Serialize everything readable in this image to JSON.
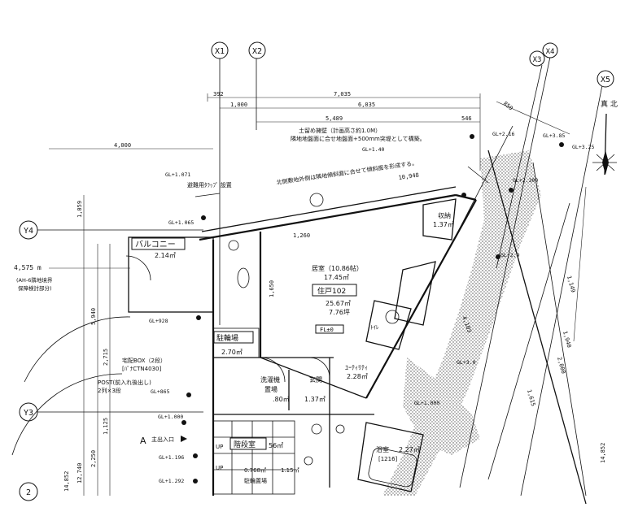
{
  "grid": {
    "x1": "X1",
    "x2": "X2",
    "x3": "X3",
    "x4": "X4",
    "x5": "X5",
    "y4": "Y4",
    "y3": "Y3",
    "y2": "2"
  },
  "dimensions": {
    "d_392": "392",
    "d_7035": "7,035",
    "d_1000": "1,000",
    "d_6035": "6,035",
    "d_5489": "5,489",
    "d_546": "546",
    "d_4000": "4,000",
    "d_1260": "1,260",
    "d_10948": "10,948",
    "d_1059": "1,059",
    "d_4575": "4,575 m",
    "d_5940": "5,940",
    "d_2715": "2,715",
    "d_1125": "1,125",
    "d_2250": "2,250",
    "d_12740": "12,740",
    "d_14852a": "14,852",
    "d_14852b": "14,852",
    "d_850": "850",
    "d_4103": "4,103",
    "d_1940": "1,940",
    "d_1615": "1,615",
    "d_2000": "2,000",
    "d_1149": "1,149",
    "d_1650": "1,650"
  },
  "levels": {
    "gl_071": "GL+1.071",
    "gl_065": "GL+1.065",
    "gl_928": "GL+928",
    "gl_865": "GL+865",
    "gl_1000a": "GL+1.000",
    "gl_1196": "GL+1.196",
    "gl_1292": "GL+1.292",
    "gl_140": "GL+1.40",
    "gl_2": "GL+2.16",
    "gl_385": "GL+3.85",
    "gl_325": "GL+3.25",
    "gl_290": "GL+2.9",
    "gl_30": "GL+3.0",
    "gl_1000b": "GL+1.000",
    "gl_19": "GL+2.300",
    "fl": "FL±0"
  },
  "notes": {
    "retaining_1": "土留め擁壁（計画高さ約1.0M）",
    "retaining_2": "隣地地盤面に合せ地盤面+500mm突堤として構築。",
    "north_boundary": "北側敷地外側は隣地傾斜面に合せて傾斜面を形成する。",
    "trap": "避難用ﾀﾗｯﾌﾟ 設置",
    "setback_1": "(AH-6隣地境界",
    "setback_2": "保障検討部分)",
    "delivery_1": "宅配BOX（2段）",
    "delivery_2": "[ﾊﾟﾅCTN4030]",
    "post_1": "POST(前入れ後出し)",
    "post_2": "2列×3段",
    "north": "真 北"
  },
  "rooms": {
    "balcony": "バルコニー",
    "balcony_area": "2.14㎡",
    "living": "居室（10.86帖）",
    "living_area": "17.45㎡",
    "unit": "住戸102",
    "unit_area_1": "25.67㎡",
    "unit_area_2": "7.76坪",
    "storage": "収納",
    "storage_area": "1.37㎡",
    "bike": "駐輪場",
    "bike_area": "2.70㎡",
    "laundry_1": "洗濯機",
    "laundry_2": "置場",
    "laundry_area": ".80㎡",
    "entrance": "玄関",
    "entrance_area": "1.37㎡",
    "utility": "ﾕｰﾃｨﾘﾃｨ",
    "utility_area": "2.28㎡",
    "bath": "浴室",
    "bath_area": "2.27㎡",
    "bath_unit": "[1216]",
    "toilet": "ﾄｲﾚ",
    "main_entrance": "主出入口",
    "stair": "階段室",
    "stair_area": "56㎡",
    "up_1": "UP",
    "up_2": "UP",
    "area_768": "0.768㎡",
    "area_115": "1.15㎡",
    "garbage": "駐輪置場"
  }
}
